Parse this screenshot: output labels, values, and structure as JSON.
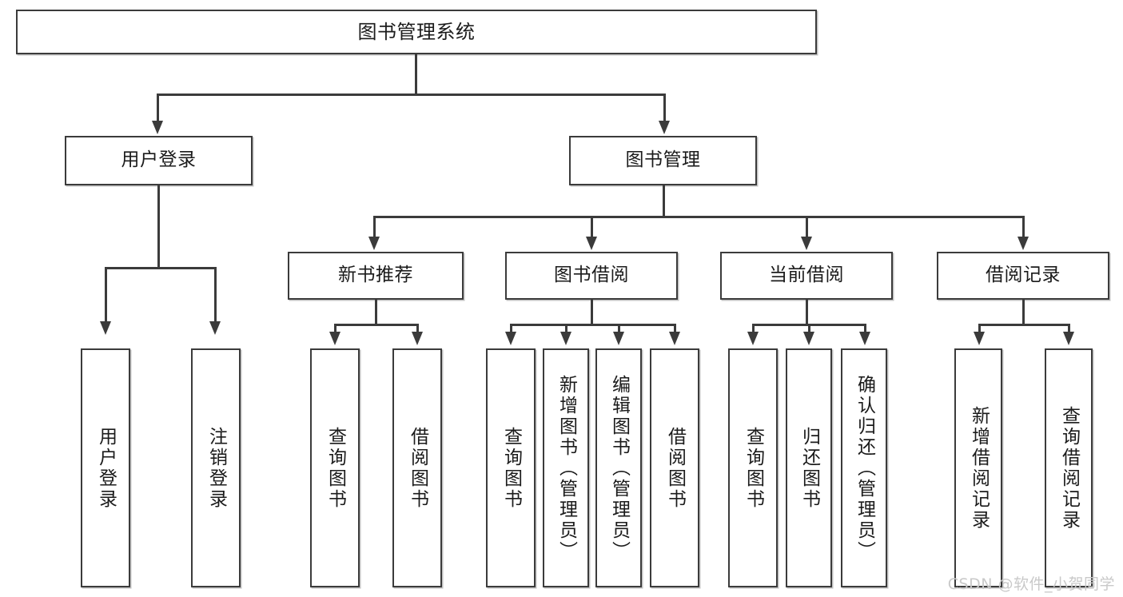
{
  "diagram": {
    "title": "图书管理系统",
    "watermark": "CSDN @软件_小贺同学",
    "colors": {
      "stroke": "#3b3b3b",
      "fill": "#ffffff",
      "text": "#1b1b1b",
      "watermark": "#c9c9c9"
    }
  },
  "nodes": {
    "root": {
      "label": "图书管理系统"
    },
    "level2": [
      {
        "label": "用户登录"
      },
      {
        "label": "图书管理"
      }
    ],
    "level3": [
      {
        "label": "新书推荐"
      },
      {
        "label": "图书借阅"
      },
      {
        "label": "当前借阅"
      },
      {
        "label": "借阅记录"
      }
    ],
    "leaves_user_login": [
      {
        "label": "用户登录"
      },
      {
        "label": "注销登录"
      }
    ],
    "leaves_new_book": [
      {
        "label": "查询图书"
      },
      {
        "label": "借阅图书"
      }
    ],
    "leaves_borrow": [
      {
        "label": "查询图书"
      },
      {
        "label": "新增图书（管理员）"
      },
      {
        "label": "编辑图书（管理员）"
      },
      {
        "label": "借阅图书"
      }
    ],
    "leaves_current": [
      {
        "label": "查询图书"
      },
      {
        "label": "归还图书"
      },
      {
        "label": "确认归还（管理员）"
      }
    ],
    "leaves_records": [
      {
        "label": "新增借阅记录"
      },
      {
        "label": "查询借阅记录"
      }
    ]
  }
}
